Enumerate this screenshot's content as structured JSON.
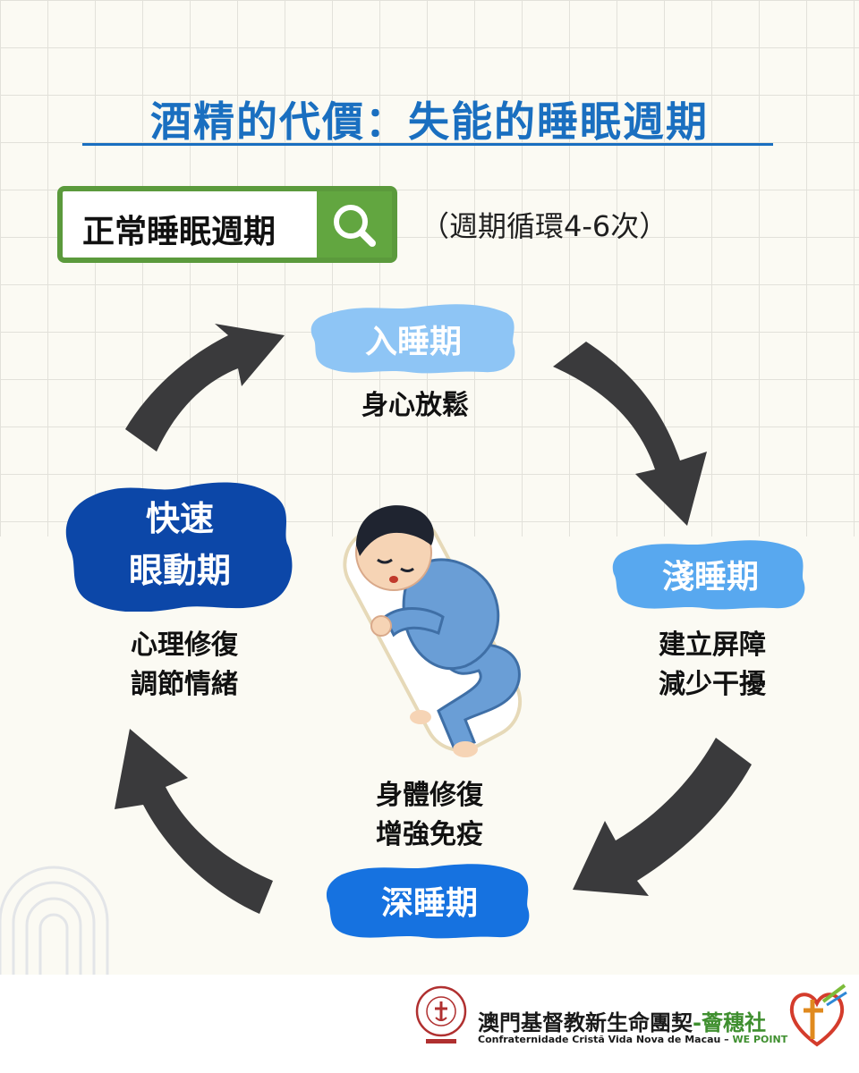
{
  "title": "酒精的代價：失能的睡眠週期",
  "search": {
    "label": "正常睡眠週期",
    "icon": "search-icon"
  },
  "cycle_note": "（週期循環4-6次）",
  "stages": {
    "onset": {
      "name": "入睡期",
      "desc": [
        "身心放鬆"
      ]
    },
    "light": {
      "name": "淺睡期",
      "desc": [
        "建立屏障",
        "減少干擾"
      ]
    },
    "deep": {
      "name": "深睡期",
      "desc": [
        "身體修復",
        "增強免疫"
      ]
    },
    "rem": {
      "name": [
        "快速",
        "眼動期"
      ],
      "desc": [
        "心理修復",
        "調節情緒"
      ]
    }
  },
  "footer": {
    "org_name": "澳門基督教新生命團契",
    "program": "-薈穗社",
    "org_subtitle": "Confraternidade Cristã Vida Nova de Macau –",
    "program_en": "WE POINT"
  },
  "colors": {
    "title": "#1a6fc0",
    "onset_blob": "#8ec5f5",
    "light_blob": "#58a8ef",
    "deep_blob": "#1672e0",
    "rem_blob": "#0c47a8",
    "search_border": "#5b9a3c",
    "arrow": "#3a3a3c"
  }
}
